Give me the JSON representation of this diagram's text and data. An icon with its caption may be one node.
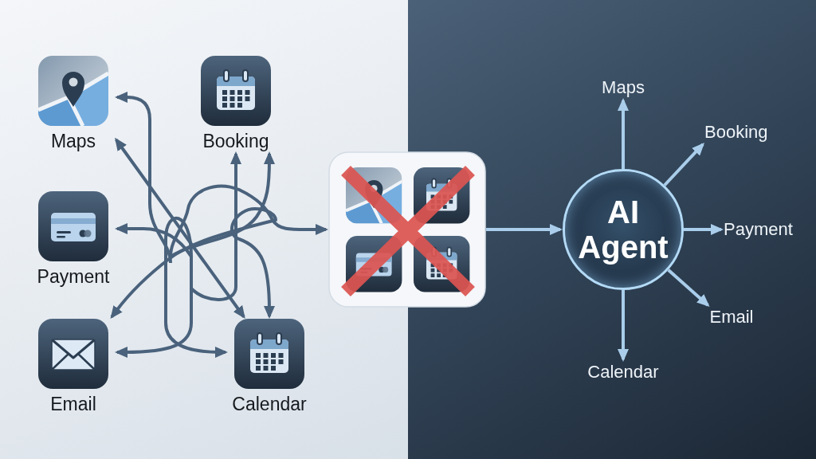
{
  "diagram": {
    "nodes": [
      {
        "text": [
          "Maps"
        ]
      },
      {
        "text": [
          "Booking"
        ]
      },
      {
        "text": [
          "Payment"
        ]
      },
      {
        "text": [
          "Email"
        ]
      },
      {
        "text": [
          "Calendar"
        ]
      },
      {
        "text": [],
        "shape": "picture"
      },
      {
        "text": [
          "AI Agent"
        ]
      },
      {
        "text": [
          "Maps"
        ]
      },
      {
        "text": [
          "Booking"
        ]
      },
      {
        "text": [
          "Payment"
        ]
      },
      {
        "text": [
          "Email"
        ]
      },
      {
        "text": [
          "Calendar"
        ]
      }
    ],
    "edges": [
      {
        "from": null,
        "to": 0,
        "arrow": "to"
      },
      {
        "from": 0,
        "to": 4,
        "arrow": "both"
      },
      {
        "from": null,
        "to": 1,
        "arrow": "to"
      },
      {
        "from": null,
        "to": 1,
        "arrow": "to"
      },
      {
        "from": null,
        "to": 2,
        "arrow": "to"
      },
      {
        "from": null,
        "to": 5,
        "arrow": "to"
      },
      {
        "from": null,
        "to": 3,
        "arrow": "to"
      },
      {
        "from": null,
        "to": 3,
        "arrow": "to"
      },
      {
        "from": null,
        "to": 4,
        "arrow": "to"
      },
      {
        "from": null,
        "to": 4,
        "arrow": "to"
      },
      {
        "from": 5,
        "to": 6,
        "arrow": "to",
        "color": "#a9cdea"
      },
      {
        "from": 6,
        "to": 7,
        "arrow": "to",
        "color": "#a9cdea"
      },
      {
        "from": 6,
        "to": 8,
        "arrow": "to",
        "color": "#a9cdea"
      },
      {
        "from": 6,
        "to": 9,
        "arrow": "to",
        "color": "#a9cdea"
      },
      {
        "from": 6,
        "to": 10,
        "arrow": "to",
        "color": "#a9cdea"
      },
      {
        "from": 6,
        "to": 11,
        "arrow": "to",
        "color": "#a9cdea"
      }
    ]
  }
}
